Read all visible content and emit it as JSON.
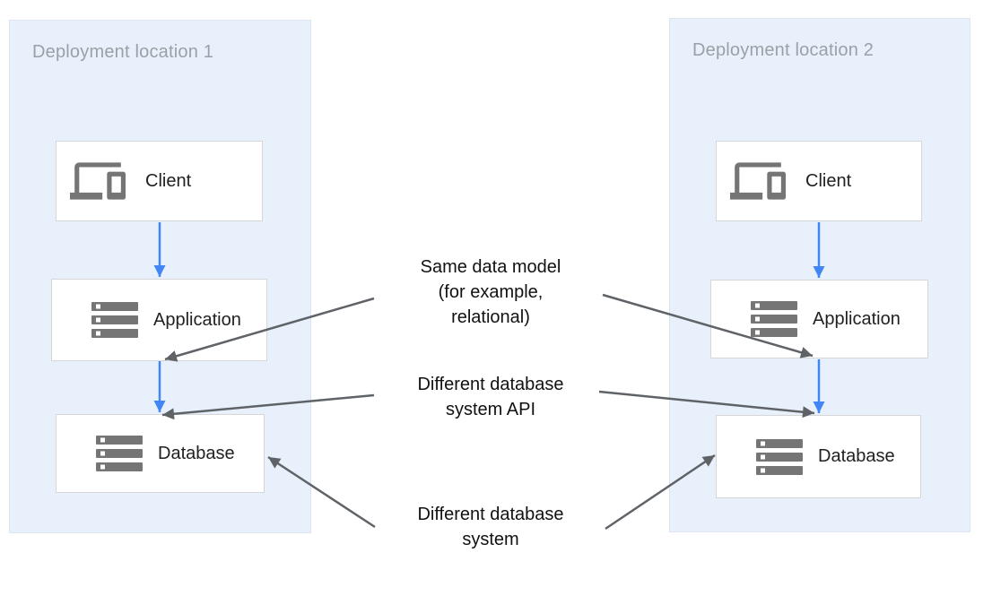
{
  "diagram": {
    "panels": [
      {
        "title": "Deployment location 1",
        "boxes": [
          {
            "label": "Client",
            "icon": "devices-icon"
          },
          {
            "label": "Application",
            "icon": "storage-icon"
          },
          {
            "label": "Database",
            "icon": "storage-icon"
          }
        ]
      },
      {
        "title": "Deployment location 2",
        "boxes": [
          {
            "label": "Client",
            "icon": "devices-icon"
          },
          {
            "label": "Application",
            "icon": "storage-icon"
          },
          {
            "label": "Database",
            "icon": "storage-icon"
          }
        ]
      }
    ],
    "annotations": [
      {
        "text": "Same data model\n(for example,\nrelational)"
      },
      {
        "text": "Different database\nsystem API"
      },
      {
        "text": "Different database\nsystem"
      }
    ],
    "colors": {
      "panel_bg": "#E8F1FB",
      "box_bg": "#FFFFFF",
      "box_border": "#D6D6D6",
      "flow_arrow_blue": "#4285F4",
      "annotation_arrow_gray": "#5F6368",
      "icon_gray": "#757575",
      "panel_title_gray": "#9AA0A6",
      "label_dark": "#212121"
    }
  }
}
